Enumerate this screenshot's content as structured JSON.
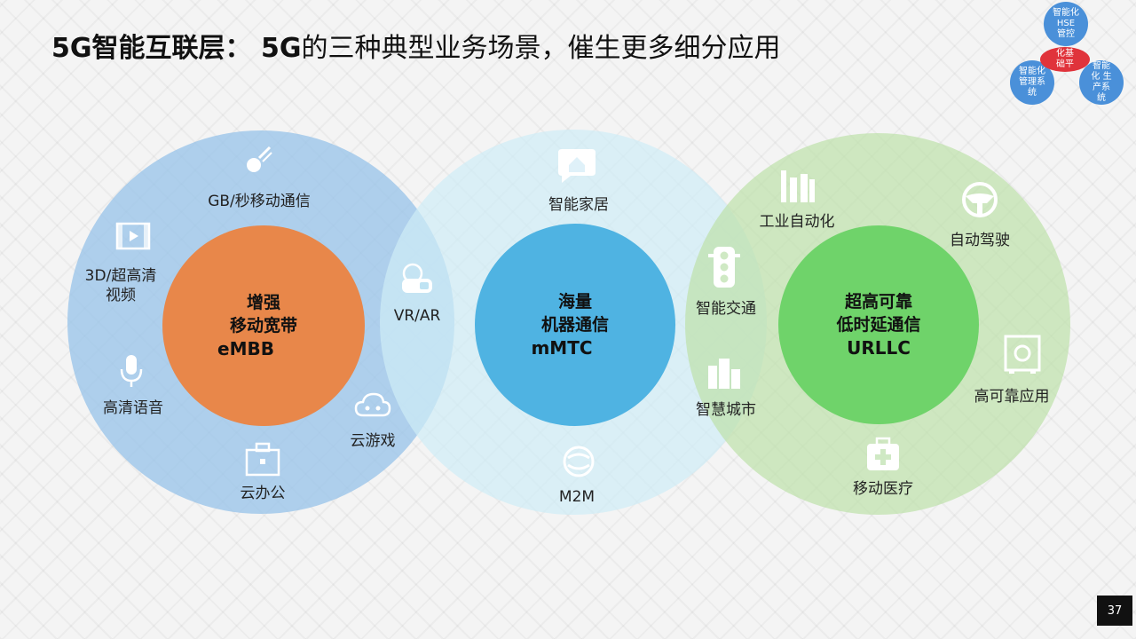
{
  "title": {
    "part1": "5G智能互联层：",
    "part2": "5G",
    "part3": "的三种典型业务场景，催生更多细分应用"
  },
  "embb": {
    "core_line1": "增强",
    "core_line2": "移动宽带",
    "core_code": "eMBB",
    "items": {
      "gbps": "GB/秒移动通信",
      "video_line1": "3D/超高清",
      "video_line2": "视频",
      "voice": "高清语音",
      "office": "云办公",
      "gaming": "云游戏"
    }
  },
  "shared": {
    "vrar": "VR/AR",
    "traffic": "智能交通",
    "city": "智慧城市"
  },
  "mmtc": {
    "core_line1": "海量",
    "core_line2": "机器通信",
    "core_code": "mMTC",
    "items": {
      "home": "智能家居",
      "m2m": "M2M"
    }
  },
  "urllc": {
    "core_line1": "超高可靠",
    "core_line2": "低时延通信",
    "core_code": "URLLC",
    "items": {
      "industry": "工业自动化",
      "driving": "自动驾驶",
      "reliable": "高可靠应用",
      "medical": "移动医疗"
    }
  },
  "deco": {
    "top": "智能化\nHSE\n管控",
    "left": "智能化\n管理系\n统",
    "right": "智能\n化 生\n产系\n统",
    "center": "化基\n础平"
  },
  "page_number": "37",
  "colors": {
    "embb_core": "#e8874a",
    "mmtc_core": "#4fb3e2",
    "urllc_core": "#6fd36a",
    "deco_blue": "#4a90d9",
    "deco_red": "#e0333b"
  }
}
